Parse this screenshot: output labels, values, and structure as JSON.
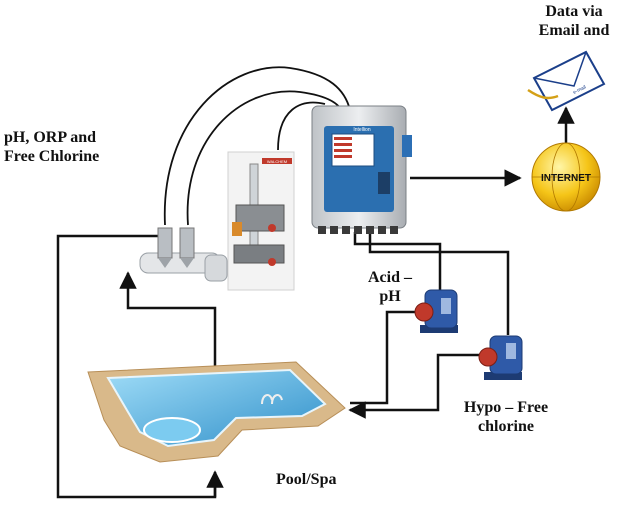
{
  "labels": {
    "sensors": [
      "pH, ORP and",
      "Free Chlorine"
    ],
    "data": [
      "Data via",
      "Email and"
    ],
    "internet": "INTERNET",
    "acid": [
      "Acid –",
      "pH"
    ],
    "hypo": [
      "Hypo – Free",
      "chlorine"
    ],
    "pool": "Pool/Spa",
    "controller_brand": "Intellion",
    "panel_brand": "WALCHEM",
    "envelope_text": "e-mail"
  },
  "colors": {
    "line": "#111111",
    "controller_body": "#dcdcdc",
    "controller_screen": "#2b6fb0",
    "pump_blue": "#2f5aa8",
    "pump_red": "#c0392b",
    "internet_globe": "#f5c518",
    "pool_water": "#5fb7e5",
    "pool_deck": "#d9b98a"
  }
}
